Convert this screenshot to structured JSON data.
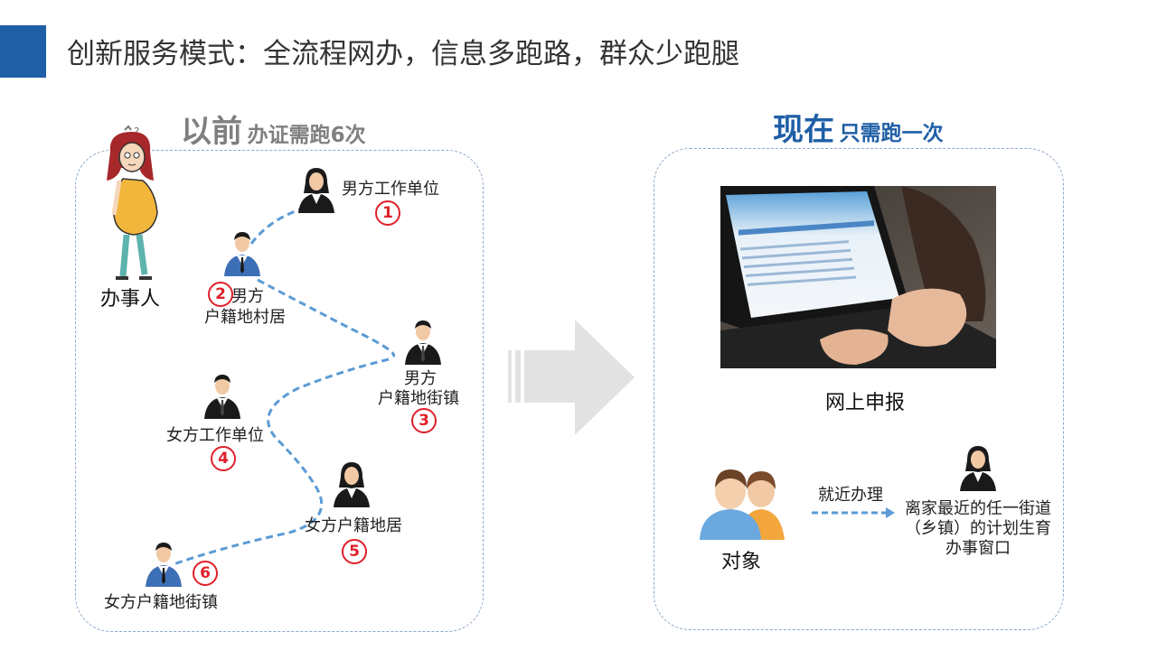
{
  "title": "创新服务模式：全流程网办，信息多跑路，群众少跑腿",
  "before": {
    "heading_big": "以前",
    "heading_small": "办证需跑6次",
    "applicant_label": "办事人",
    "steps": [
      {
        "num": "1",
        "label": "男方工作单位"
      },
      {
        "num": "2",
        "label_line1": "男方",
        "label_line2": "户籍地村居"
      },
      {
        "num": "3",
        "label_line1": "男方",
        "label_line2": "户籍地街镇"
      },
      {
        "num": "4",
        "label": "女方工作单位"
      },
      {
        "num": "5",
        "label": "女方户籍地居"
      },
      {
        "num": "6",
        "label": "女方户籍地街镇"
      }
    ]
  },
  "now": {
    "heading_big": "现在",
    "heading_small": "只需跑一次",
    "online_label": "网上申报",
    "subject_label": "对象",
    "arrow_label": "就近办理",
    "window_line1": "离家最近的任一街道",
    "window_line2": "（乡镇）的计划生育",
    "window_line3": "办事窗口"
  },
  "colors": {
    "accent": "#1f5fa6",
    "step_number": "#e0202a",
    "path_dash": "#5b9bd5",
    "heading_before": "#7f7f7f"
  }
}
